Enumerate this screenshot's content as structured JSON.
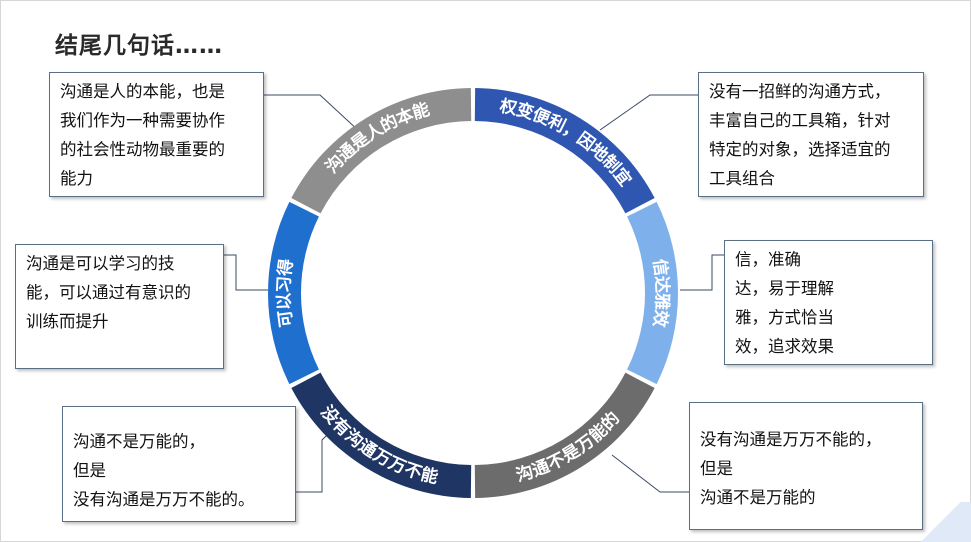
{
  "title": "结尾几句话……",
  "ring": {
    "segments": [
      {
        "label": "权变便利，因地制宜",
        "color": "#2f56b1"
      },
      {
        "label": "信达雅效",
        "color": "#7eb1ec"
      },
      {
        "label": "沟通不是万能的",
        "color": "#6c6c6c"
      },
      {
        "label": "没有沟通万万不能",
        "color": "#1f3563"
      },
      {
        "label": "可以习得",
        "color": "#1f6fcf"
      },
      {
        "label": "沟通是人的本能",
        "color": "#8e8e8e"
      }
    ]
  },
  "notes": {
    "top_left": "沟通是人的本能，也是\n我们作为一种需要协作\n的社会性动物最重要的\n能力",
    "mid_left": "沟通是可以学习的技\n能，可以通过有意识的\n训练而提升",
    "bottom_left": "沟通不是万能的，\n但是\n没有沟通是万万不能的。",
    "top_right": "没有一招鲜的沟通方式，\n丰富自己的工具箱，针对\n特定的对象，选择适宜的\n工具组合",
    "mid_right": "信，准确\n达，易于理解\n雅，方式恰当\n效，追求效果",
    "bottom_right": "没有沟通是万万不能的，\n但是\n沟通不是万能的"
  }
}
